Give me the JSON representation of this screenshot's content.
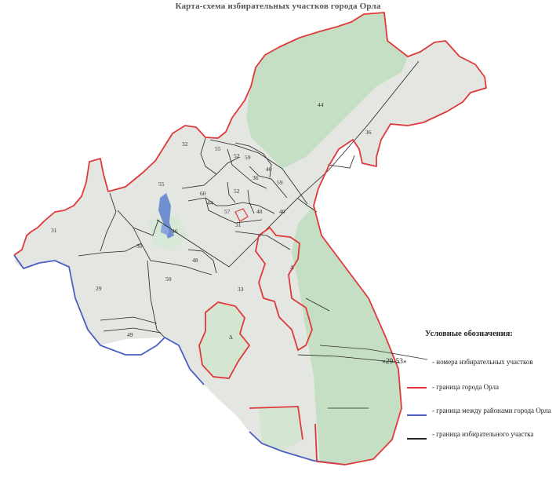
{
  "title": "Карта-схема избирательных участков города Орла",
  "map": {
    "precinct_labels": [
      "29",
      "30",
      "31",
      "32",
      "33",
      "36",
      "40",
      "44",
      "46",
      "48",
      "49",
      "50",
      "52",
      "55",
      "57",
      "59",
      "60"
    ],
    "area_labels": [
      "Δ",
      "Δ"
    ]
  },
  "legend": {
    "title": "Условные обозначения:",
    "items": [
      {
        "key": "«29-53»",
        "text": "- номера избирательных участков"
      },
      {
        "key": "",
        "text": "- граница города Орла",
        "color": "#e0393b"
      },
      {
        "key": "",
        "text": "- граница между районами города Орла",
        "color": "#4a5fc1"
      },
      {
        "key": "",
        "text": "- граница избирательного участка",
        "color": "#222222"
      }
    ]
  },
  "colors": {
    "city_border": "#e0393b",
    "district_border": "#4a5fc1",
    "precinct_border": "#222222",
    "urban_fill": "#e4e6e2",
    "green_fill": "#c5dfc4",
    "water": "#6f8fd0"
  }
}
